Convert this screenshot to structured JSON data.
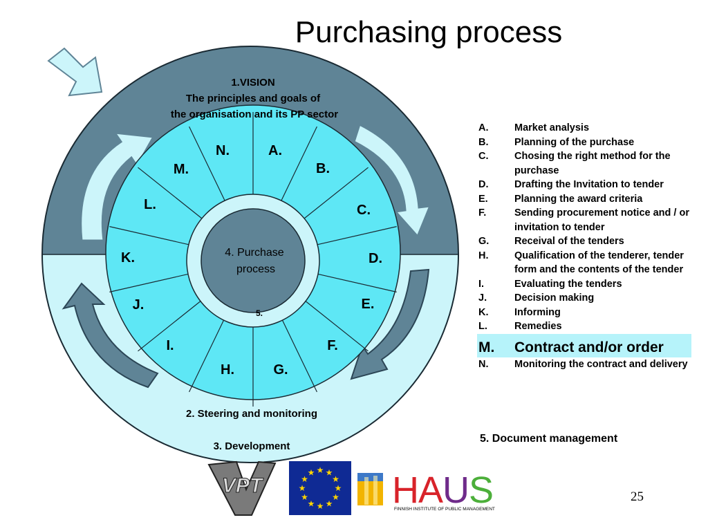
{
  "title": "Purchasing process",
  "ring": {
    "vision_number": "1.VISION",
    "vision_line1": "The principles and goals of",
    "vision_line2": "the organisation and its PP sector",
    "steering": "2. Steering and monitoring",
    "development": "3. Development",
    "center_line1": "4. Purchase",
    "center_line2": "process",
    "center_number": "5."
  },
  "segments": [
    "A.",
    "B.",
    "C.",
    "D.",
    "E.",
    "F.",
    "G.",
    "H.",
    "I.",
    "J.",
    "K.",
    "L.",
    "M.",
    "N."
  ],
  "legend": [
    {
      "key": "A.",
      "text": "Market analysis"
    },
    {
      "key": "B.",
      "text": "Planning of the purchase"
    },
    {
      "key": "C.",
      "text": "Chosing the right method for the purchase"
    },
    {
      "key": "D.",
      "text": "Drafting the Invitation to tender"
    },
    {
      "key": "E.",
      "text": "Planning the  award criteria"
    },
    {
      "key": "F.",
      "text": "Sending procurement notice and / or invitation to tender"
    },
    {
      "key": "G.",
      "text": "Receival of the tenders"
    },
    {
      "key": "H.",
      "text": "Qualification of the tenderer, tender form and the contents of the tender"
    },
    {
      "key": "I.",
      "text": "Evaluating the tenders"
    },
    {
      "key": "J.",
      "text": "Decision making"
    },
    {
      "key": "K.",
      "text": "Informing"
    },
    {
      "key": "L.",
      "text": "Remedies"
    },
    {
      "key": "M.",
      "text": "Contract  and/or order",
      "highlight": true
    },
    {
      "key": "N.",
      "text": "Monitoring the contract and delivery"
    }
  ],
  "document_management": "5. Document management",
  "page_number": "25",
  "logos": {
    "vpt": "VPT",
    "haus": "HAUS",
    "haus_caption": "FINNISH INSTITUTE OF PUBLIC MANAGEMENT"
  },
  "colors": {
    "outer_top": "#5f8496",
    "outer_bottom": "#ccf5fa",
    "wheel": "#5ee7f5",
    "hub": "#5f8496",
    "arrow_light": "#ccf5fa",
    "arrow_dark": "#5f8496",
    "highlight": "#b6f3fa",
    "eu_blue": "#0f2a94",
    "eu_star": "#ffd400"
  }
}
